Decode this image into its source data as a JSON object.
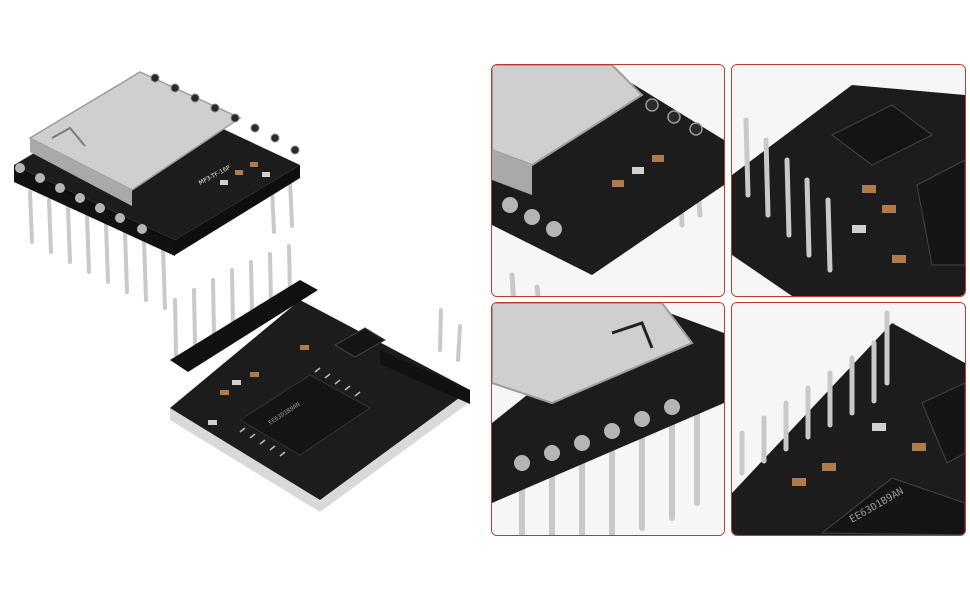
{
  "scene": {
    "subject": "DFPlayer Mini MP3 player module",
    "background": "#ffffff",
    "frame_color": "#c0392b",
    "pcb_color": "#1c1c1c",
    "pin_color": "#c9c9c9",
    "card_slot_color": "#cfcfcf"
  },
  "markings": {
    "board_label": "MP3-TF-16P",
    "chip_label": "EE63D1B9AN"
  },
  "views": [
    {
      "name": "front-top"
    },
    {
      "name": "back-bottom"
    },
    {
      "name": "zoom-sd-slot"
    },
    {
      "name": "zoom-chip-side"
    },
    {
      "name": "zoom-pin-row"
    },
    {
      "name": "zoom-back-chip"
    }
  ]
}
